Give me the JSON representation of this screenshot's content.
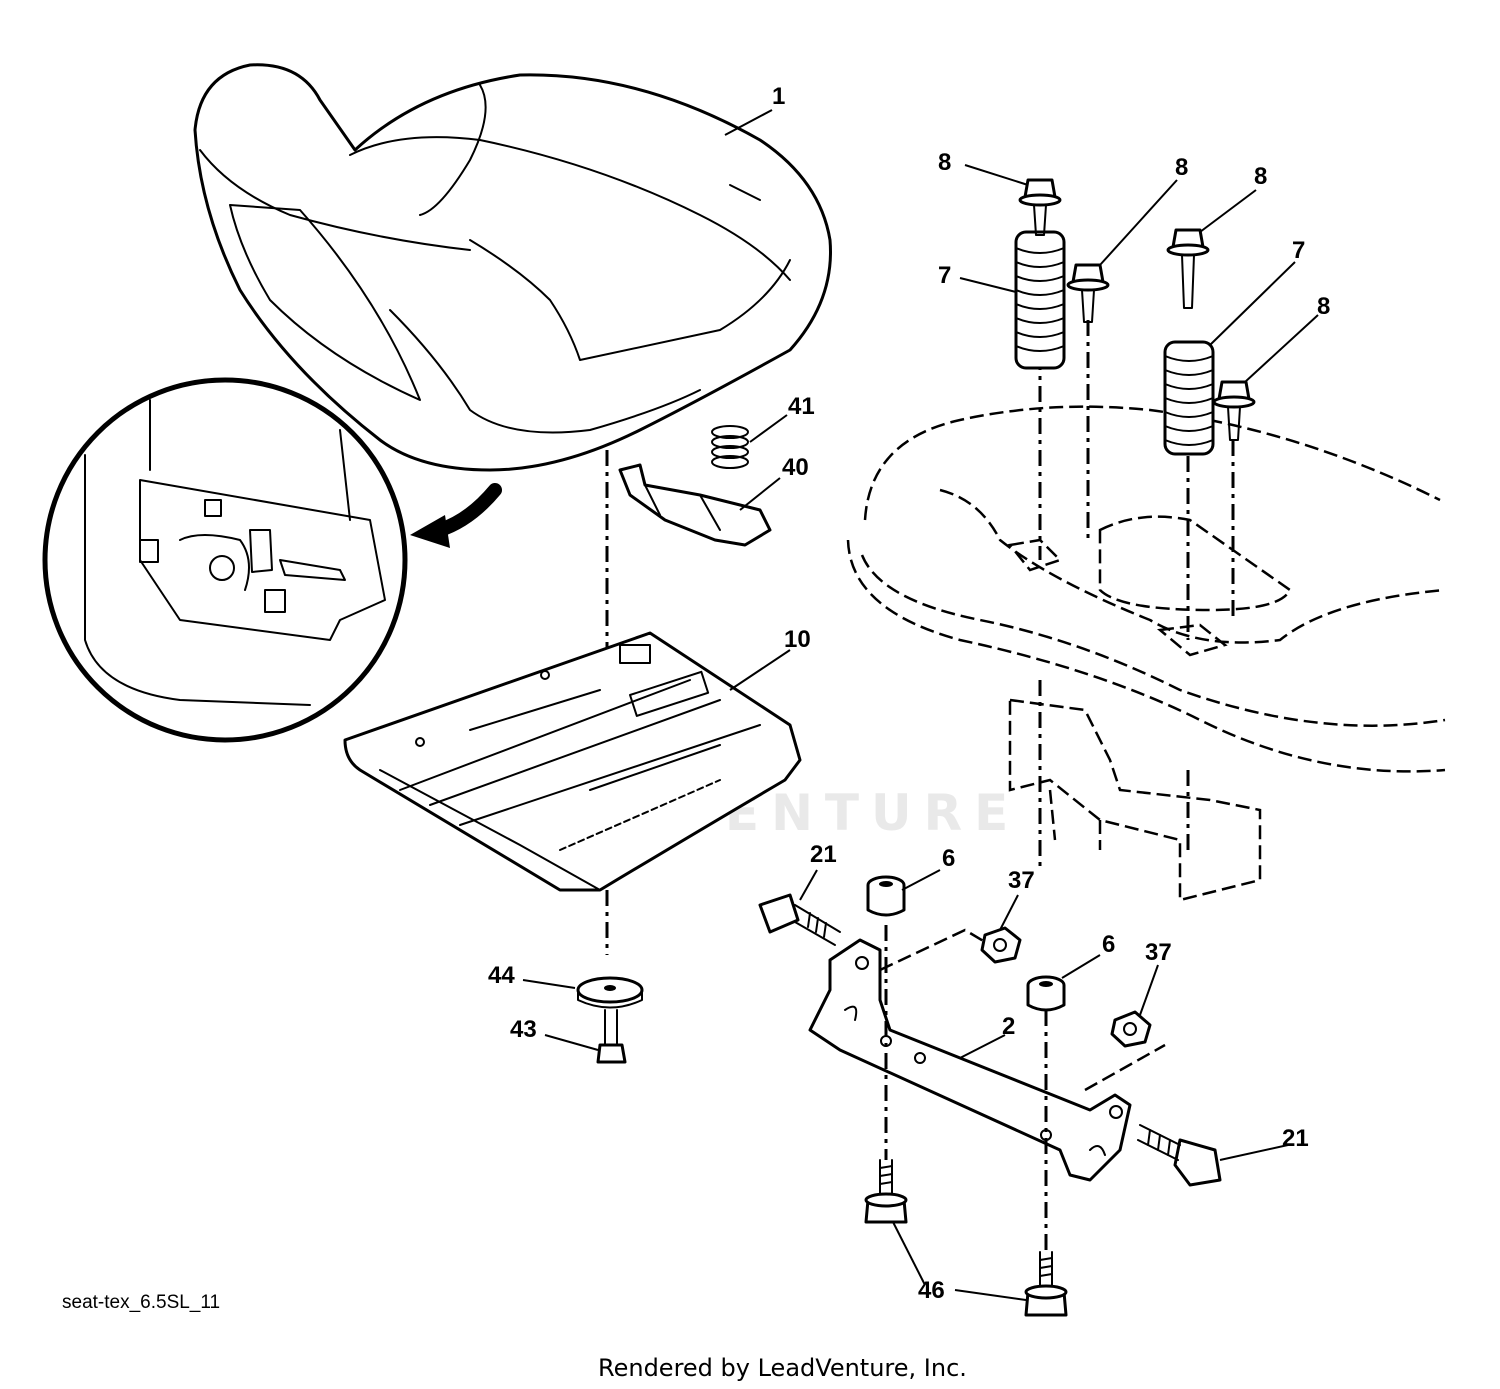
{
  "figure_code": "seat-tex_6.5SL_11",
  "footer": "Rendered by LeadVenture, Inc.",
  "watermark": "LEADVENTURE",
  "callouts": [
    {
      "id": "c1",
      "label": "1"
    },
    {
      "id": "c8a",
      "label": "8"
    },
    {
      "id": "c8b",
      "label": "8"
    },
    {
      "id": "c8c",
      "label": "8"
    },
    {
      "id": "c8d",
      "label": "8"
    },
    {
      "id": "c7a",
      "label": "7"
    },
    {
      "id": "c7b",
      "label": "7"
    },
    {
      "id": "c41",
      "label": "41"
    },
    {
      "id": "c40",
      "label": "40"
    },
    {
      "id": "c10",
      "label": "10"
    },
    {
      "id": "c21a",
      "label": "21"
    },
    {
      "id": "c6a",
      "label": "6"
    },
    {
      "id": "c37a",
      "label": "37"
    },
    {
      "id": "c6b",
      "label": "6"
    },
    {
      "id": "c37b",
      "label": "37"
    },
    {
      "id": "c2",
      "label": "2"
    },
    {
      "id": "c44",
      "label": "44"
    },
    {
      "id": "c43",
      "label": "43"
    },
    {
      "id": "c21b",
      "label": "21"
    },
    {
      "id": "c46",
      "label": "46"
    }
  ]
}
